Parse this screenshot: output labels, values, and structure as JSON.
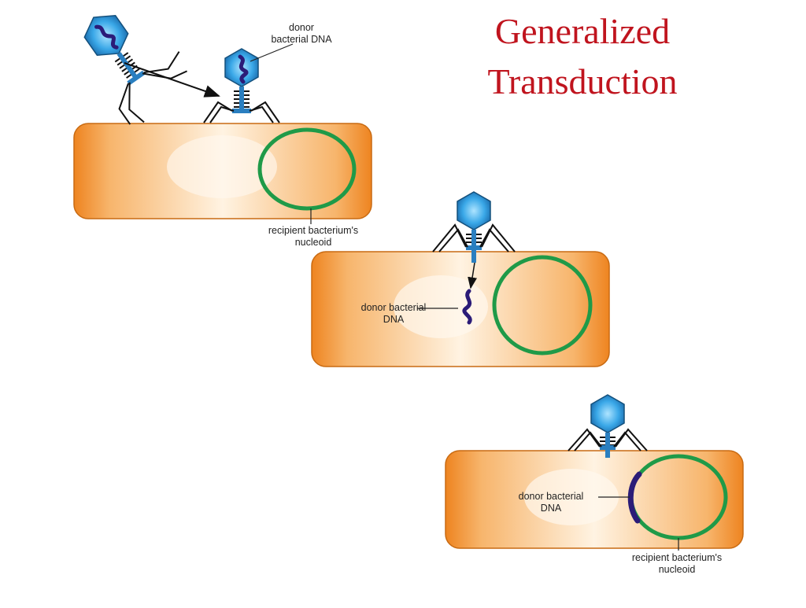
{
  "title": {
    "line1": "Generalized",
    "line2": "Transduction",
    "color": "#c0141e"
  },
  "labels": {
    "donor_bacterial_dna_top_l1": "donor",
    "donor_bacterial_dna_top_l2": "bacterial DNA",
    "recipient_nucleoid_1_l1": "recipient bacterium's",
    "recipient_nucleoid_1_l2": "nucleoid",
    "donor_dna_mid_l1": "donor bacterial",
    "donor_dna_mid_l2": "DNA",
    "donor_dna_bot_l1": "donor bacterial",
    "donor_dna_bot_l2": "DNA",
    "recipient_nucleoid_2_l1": "recipient bacterium's",
    "recipient_nucleoid_2_l2": "nucleoid"
  },
  "colors": {
    "cell_orange": "#f08a1e",
    "cell_highlight": "#fff6e8",
    "nucleoid_green": "#1f9a48",
    "phage_head": "#2a9fe0",
    "dna_purple": "#2b1c78"
  }
}
